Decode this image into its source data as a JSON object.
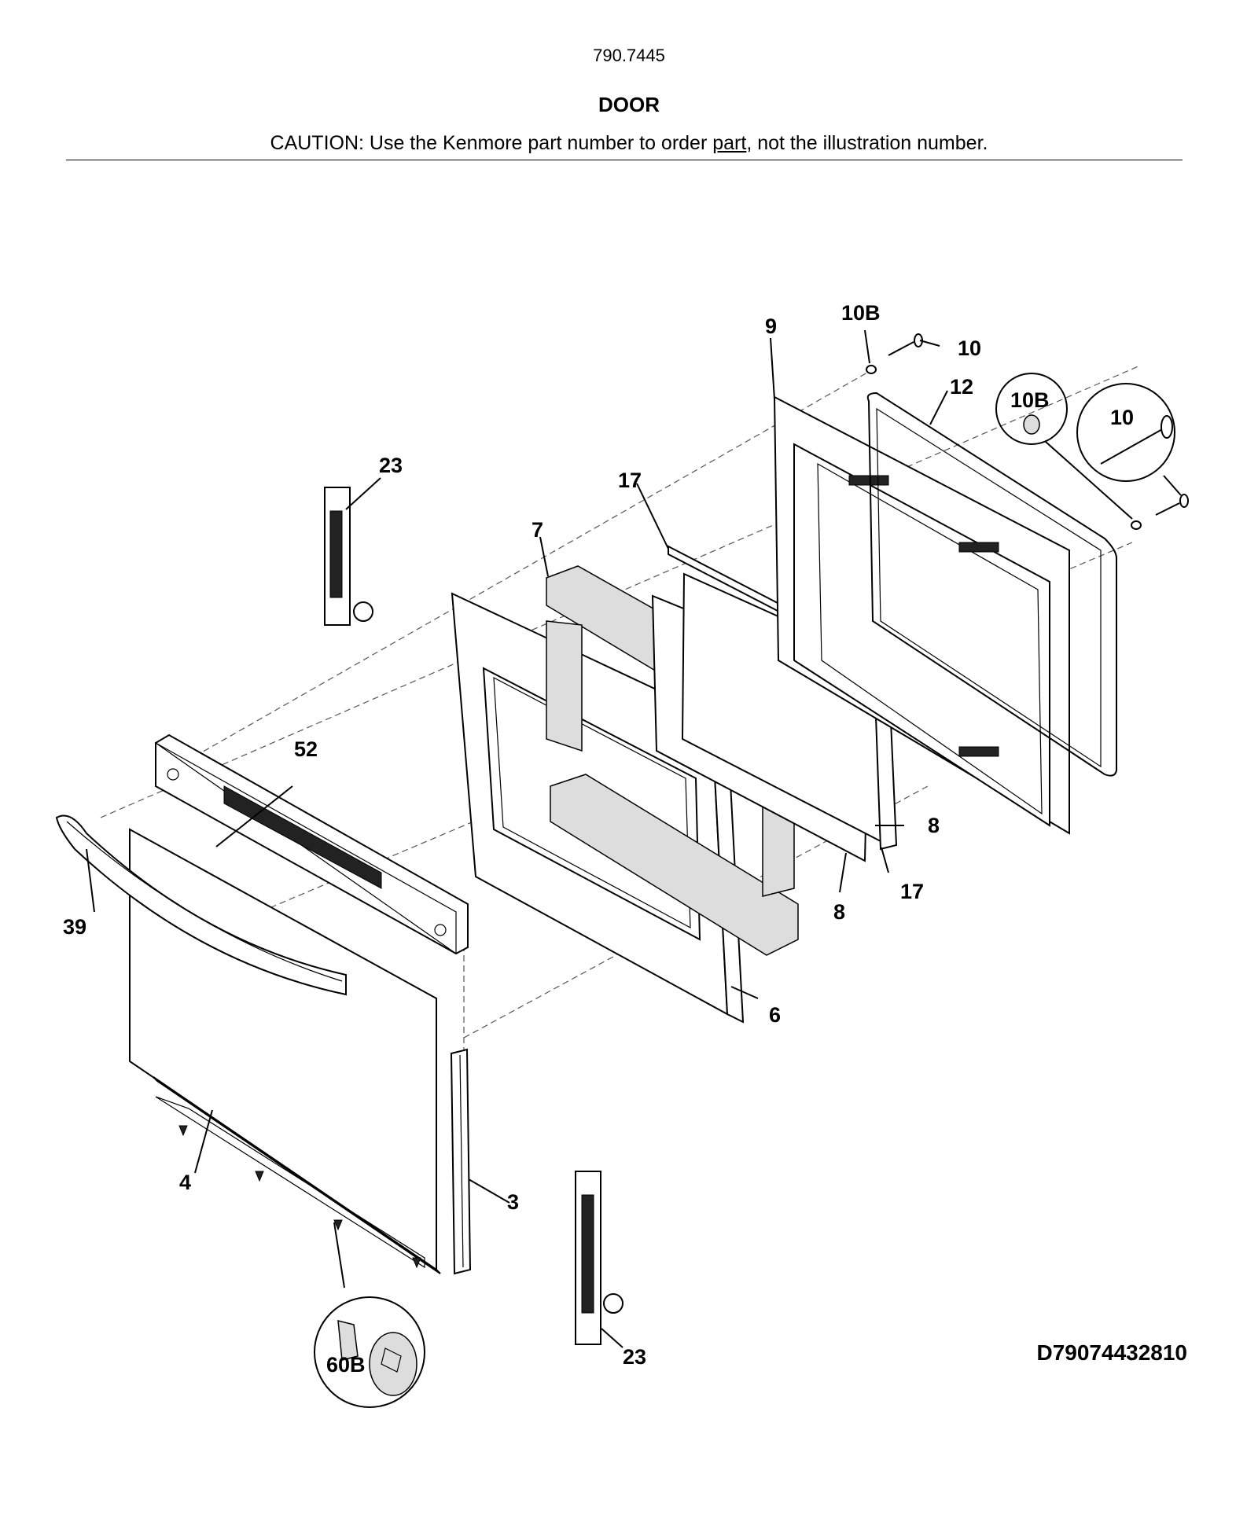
{
  "header": {
    "model_number": "790.7445",
    "section_title": "DOOR",
    "caution_prefix": "CAUTION: Use the Kenmore part number to order ",
    "caution_underlined": "part",
    "caution_suffix": ", not the illustration number."
  },
  "callouts": {
    "c3": "3",
    "c4": "4",
    "c6": "6",
    "c7": "7",
    "c8a": "8",
    "c8b": "8",
    "c9": "9",
    "c10": "10",
    "c10_detail": "10",
    "c10B": "10B",
    "c10B_detail": "10B",
    "c12": "12",
    "c17a": "17",
    "c17b": "17",
    "c23a": "23",
    "c23b": "23",
    "c39": "39",
    "c52": "52",
    "c60B": "60B"
  },
  "footer": {
    "diagram_id": "D79074432810"
  }
}
